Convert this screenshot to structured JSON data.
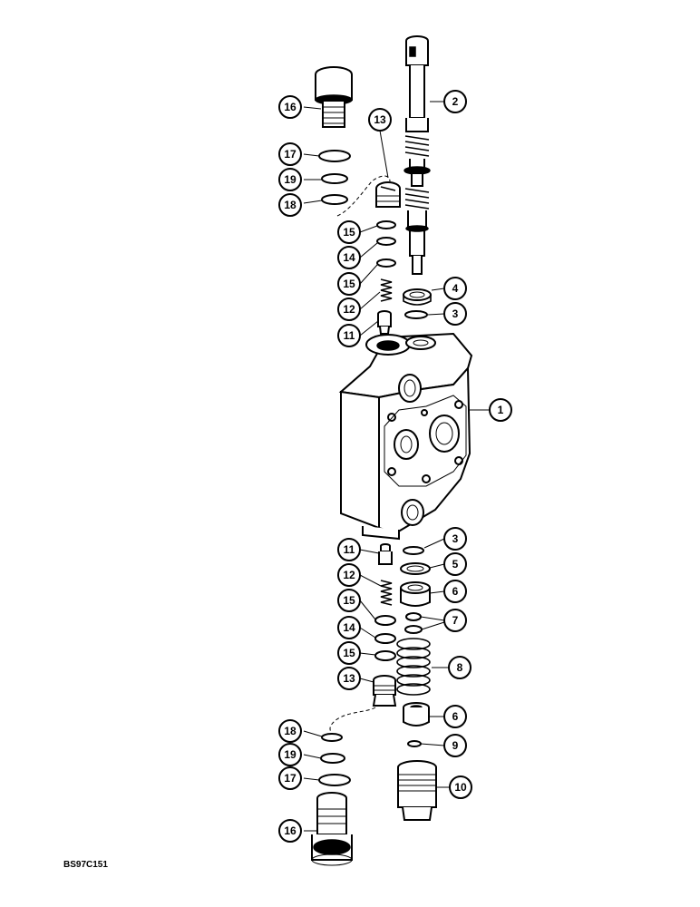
{
  "drawing_code": "BS97C151",
  "callouts": [
    "16",
    "2",
    "13",
    "17",
    "19",
    "18",
    "15",
    "14",
    "15",
    "12",
    "4",
    "3",
    "11",
    "1",
    "11",
    "3",
    "5",
    "12",
    "6",
    "15",
    "7",
    "14",
    "15",
    "8",
    "13",
    "6",
    "18",
    "9",
    "19",
    "17",
    "10",
    "16"
  ]
}
